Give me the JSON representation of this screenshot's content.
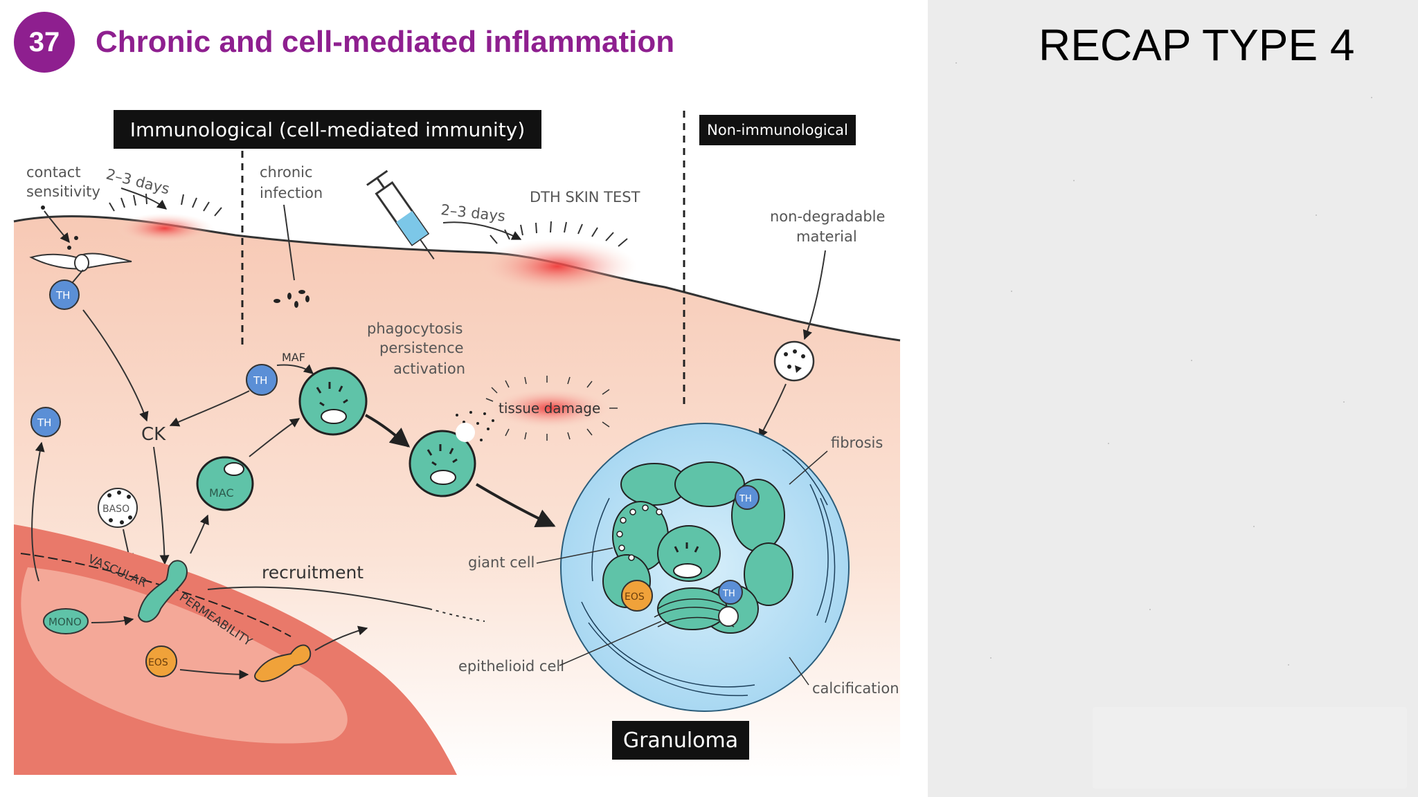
{
  "chapter": {
    "number": "37",
    "title": "Chronic and cell-mediated inflammation"
  },
  "recap_title": "RECAP TYPE 4",
  "headers": {
    "immunological": "Immunological (cell-mediated immunity)",
    "non_immunological": "Non-immunological",
    "granuloma": "Granuloma"
  },
  "labels": {
    "contact_1": "contact",
    "contact_2": "sensitivity",
    "days_left": "2–3 days",
    "chronic_1": "chronic",
    "chronic_2": "infection",
    "days_mid": "2–3 days",
    "dth": "DTH SKIN TEST",
    "nondeg_1": "non-degradable",
    "nondeg_2": "material",
    "phago_1": "phagocytosis",
    "phago_2": "persistence",
    "phago_3": "activation",
    "tissue_damage": "tissue damage",
    "maf": "MAF",
    "ck": "CK",
    "mac": "MAC",
    "baso": "BASO",
    "mono": "MONO",
    "eos": "EOS",
    "th": "TH",
    "vascular": "VASCULAR",
    "permeability": "PERMEABILITY",
    "recruitment": "recruitment",
    "giant_cell": "giant cell",
    "epithelioid_cell": "epithelioid cell",
    "fibrosis": "fibrosis",
    "calcification": "calcification"
  },
  "colors": {
    "brand_purple": "#8e1f8f",
    "skin": "#f9dccd",
    "vessel": "#e9796a",
    "macrophage": "#5fc3a8",
    "th_cell": "#5b8fd6",
    "eos_cell": "#f0a23a",
    "granuloma_halo": "#b8e0f5"
  }
}
